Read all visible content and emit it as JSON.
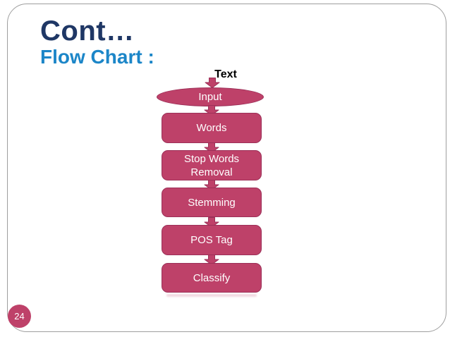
{
  "header": {
    "title": "Cont…",
    "subtitle": "Flow Chart :"
  },
  "flowchart": {
    "top_label": "Text",
    "connector": "down-arrow",
    "nodes": [
      {
        "label": "Input",
        "shape": "ellipse"
      },
      {
        "label": "Words",
        "shape": "rounded-rect"
      },
      {
        "label": "Stop Words Removal",
        "shape": "rounded-rect"
      },
      {
        "label": "Stemming",
        "shape": "rounded-rect"
      },
      {
        "label": "POS Tag",
        "shape": "rounded-rect"
      },
      {
        "label": "Classify",
        "shape": "rounded-rect"
      }
    ]
  },
  "footer": {
    "page_number": "24"
  },
  "colors": {
    "node_fill": "#BE4169",
    "node_border": "#9C3058",
    "title_text": "#1F3765",
    "subtitle_text": "#1C86C8",
    "top_label_text": "#000000",
    "slide_border": "#9E9E9E",
    "node_text": "#FFFFFF"
  }
}
